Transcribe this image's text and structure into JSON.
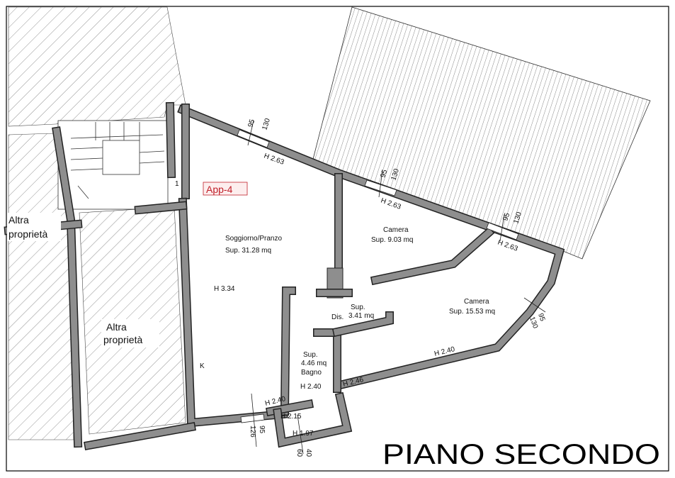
{
  "plan": {
    "title": "PIANO SECONDO",
    "unit_tag": "App-4",
    "unit_tag_color": "#c0202a",
    "neighbors": [
      {
        "text_lines": [
          "Altra",
          "proprietà"
        ]
      },
      {
        "text_lines": [
          "Altra",
          "proprietà"
        ]
      }
    ],
    "rooms": {
      "soggiorno": {
        "name": "Soggiorno/Pranzo",
        "area": "Sup. 31.28 mq",
        "height": "H 3.34",
        "kitchen": "K"
      },
      "camera1": {
        "name": "Camera",
        "area": "Sup. 9.03 mq"
      },
      "camera2": {
        "name": "Camera",
        "area": "Sup. 15.53 mq"
      },
      "dis": {
        "name": "Dis.",
        "area_label": "Sup.",
        "area": "3.41 mq"
      },
      "bagno": {
        "area_label": "Sup.",
        "area": "4.46 mq",
        "name": "Bagno",
        "height": "H 2.40"
      }
    },
    "heights": [
      "H 2.63",
      "H 2.63",
      "H 2.63",
      "H 2.40",
      "H 2.46",
      "H 2.40",
      "H 2.15",
      "H 1.97"
    ],
    "windows": [
      {
        "w": "95",
        "h": "130"
      },
      {
        "w": "95",
        "h": "130"
      },
      {
        "w": "95",
        "h": "130"
      },
      {
        "w": "95",
        "h": "130"
      },
      {
        "w": "95",
        "h": "126"
      },
      {
        "w": "40",
        "h": "60"
      }
    ],
    "stair_mark": "1"
  }
}
